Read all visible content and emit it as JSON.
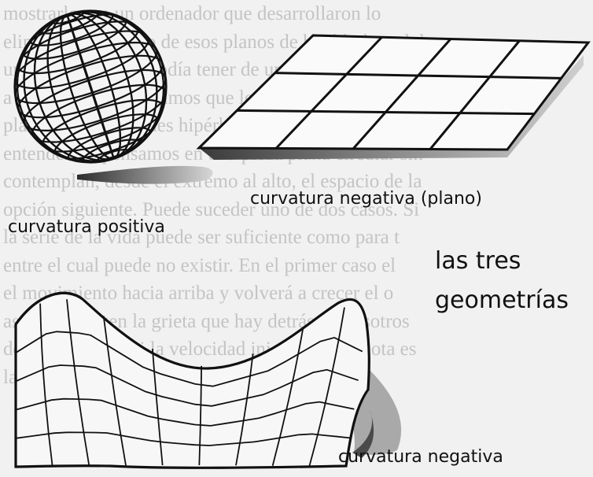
{
  "background_text": [
    "mostrarlos en un ordenador que desarrollaron lo",
    "eliminaba cada uno de esos planos de hipérbolas y lob",
    "una vez que no se podía tener de unas se usan",
    "a arriba, lo explicábamos que los lados de nuestro del ca",
    "planeando en grandes hipérbolas estas podemos pensar que",
    "entendemos pensamos en una pieza plana circular sin",
    "contemplan, desde el extremo al alto, el espacio de la",
    "opción siguiente. Puede suceder uno de dos casos. Si",
    "la serie de la vida puede ser suficiente como para t",
    "entre el cual puede no existir. En el primer caso el",
    "el movimiento hacia arriba y volverá a crecer el o",
    "así se sumergen la grieta que hay detrás de nosotros",
    "dependiendo de si la velocidad inicial de la pelota es",
    "la del de la curvatura de la mancha que de la de"
  ],
  "labels": {
    "flat": "curvatura negativa (plano)",
    "positive": "curvatura positiva",
    "title_line1": "las tres",
    "title_line2": "geometrías",
    "negative": "curvatura negativa"
  },
  "figures": {
    "sphere": "globe with latitude and longitude grid",
    "plane": "flat 4x3 grid plane",
    "saddle": "saddle surface with grid"
  },
  "colors": {
    "ink": "#111111",
    "paper": "#f1f1f1",
    "bleed_text": "#c4c4c4",
    "shadow": "#8a8a8a"
  }
}
